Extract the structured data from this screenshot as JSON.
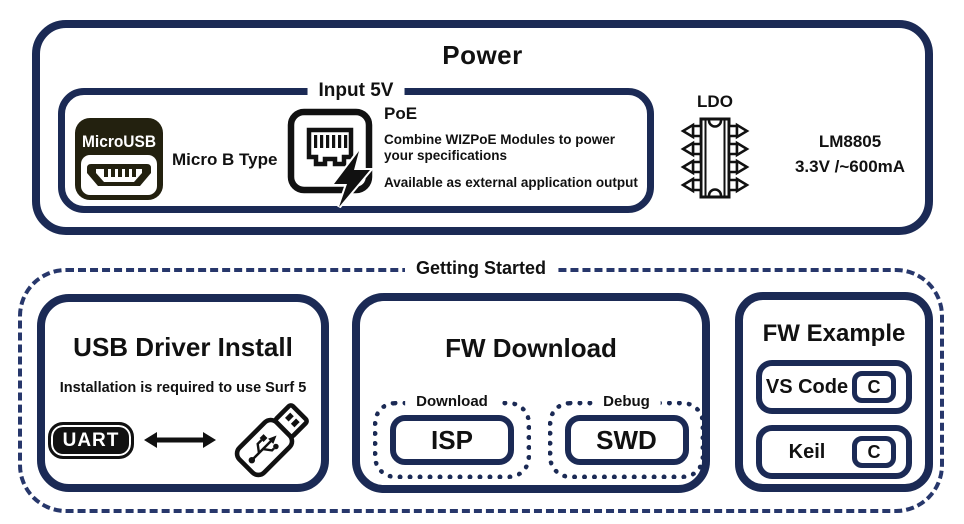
{
  "colors": {
    "border_navy": "#1b2a55",
    "dashed_navy": "#27376b",
    "icon_black": "#111111",
    "microusb_dark": "#23210f",
    "background": "#ffffff"
  },
  "power": {
    "title": "Power",
    "input5v": {
      "legend": "Input 5V",
      "microusb_badge": "MicroUSB",
      "microusb_label": "Micro B Type",
      "poe_title": "PoE",
      "poe_line1": "Combine WIZPoE Modules to power your specifications",
      "poe_line2": "Available as external application output"
    },
    "ldo": {
      "label": "LDO",
      "part": "LM8805",
      "spec": "3.3V /~600mA"
    }
  },
  "getting_started": {
    "legend": "Getting Started",
    "usb_driver": {
      "title": "USB Driver Install",
      "note": "Installation is required to use Surf 5",
      "uart_label": "UART"
    },
    "fw_download": {
      "title": "FW Download",
      "groups": [
        {
          "legend": "Download",
          "button": "ISP"
        },
        {
          "legend": "Debug",
          "button": "SWD"
        }
      ]
    },
    "fw_example": {
      "title": "FW Example",
      "items": [
        {
          "label": "VS Code",
          "badge": "C"
        },
        {
          "label": "Keil",
          "badge": "C"
        }
      ]
    }
  }
}
